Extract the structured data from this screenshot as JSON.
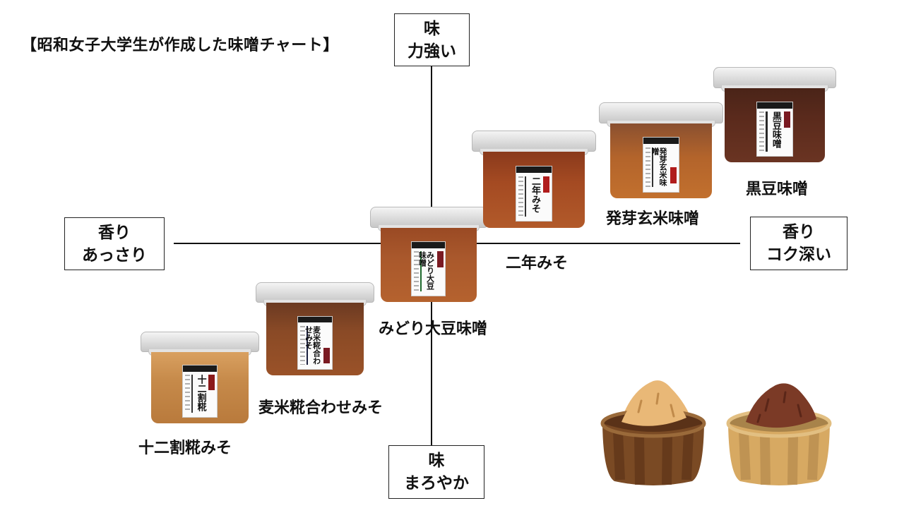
{
  "title": "【昭和女子大学生が作成した味噌チャート】",
  "axes": {
    "top": {
      "line1": "味",
      "line2": "力強い"
    },
    "bottom": {
      "line1": "味",
      "line2": "まろやか"
    },
    "left": {
      "line1": "香り",
      "line2": "あっさり"
    },
    "right": {
      "line1": "香り",
      "line2": "コク深い"
    }
  },
  "items": [
    {
      "name": "十二割糀みそ",
      "label_text": "十二割糀",
      "miso_color": "#c68a4a",
      "accent": "#8b1a1a"
    },
    {
      "name": "麦米糀合わせみそ",
      "label_text": "麦米糀合わせみそ",
      "miso_color": "#8a4a26",
      "accent": "#1a2040"
    },
    {
      "name": "みどり大豆味噌",
      "label_text": "みどり大豆味噌",
      "miso_color": "#a9582c",
      "accent": "#1f6b2e"
    },
    {
      "name": "二年みそ",
      "label_text": "二年みそ",
      "miso_color": "#a44a22",
      "accent": "#8b1a1a"
    },
    {
      "name": "発芽玄米味噌",
      "label_text": "発芽玄米味噌",
      "miso_color": "#b3642b",
      "accent": "#8b1a1a"
    },
    {
      "name": "黒豆味噌",
      "label_text": "黒豆味噌",
      "miso_color": "#5a2a1c",
      "accent": "#2a2a2a"
    }
  ],
  "illustration": {
    "light_miso": "#e9b877",
    "dark_miso": "#7b3a26",
    "dark_bowl": "#7a4a24",
    "light_bowl": "#d7a962"
  },
  "chart_data": {
    "type": "scatter",
    "title": "【昭和女子大学生が作成した味噌チャート】",
    "xlabel": "香り (あっさり ← → コク深い)",
    "ylabel": "味 (まろやか ↓ ↑ 力強い)",
    "x_axis_ends": [
      "香り あっさり",
      "香り コク深い"
    ],
    "y_axis_ends": [
      "味 まろやか",
      "味 力強い"
    ],
    "grid": false,
    "points": [
      {
        "name": "十二割糀みそ",
        "x": -3,
        "y": -2.5
      },
      {
        "name": "麦米糀合わせみそ",
        "x": -1.8,
        "y": -1.3
      },
      {
        "name": "みどり大豆味噌",
        "x": 0,
        "y": 0
      },
      {
        "name": "二年みそ",
        "x": 1.5,
        "y": 1.3
      },
      {
        "name": "発芽玄米味噌",
        "x": 2.7,
        "y": 1.8
      },
      {
        "name": "黒豆味噌",
        "x": 4,
        "y": 2.4
      }
    ]
  }
}
